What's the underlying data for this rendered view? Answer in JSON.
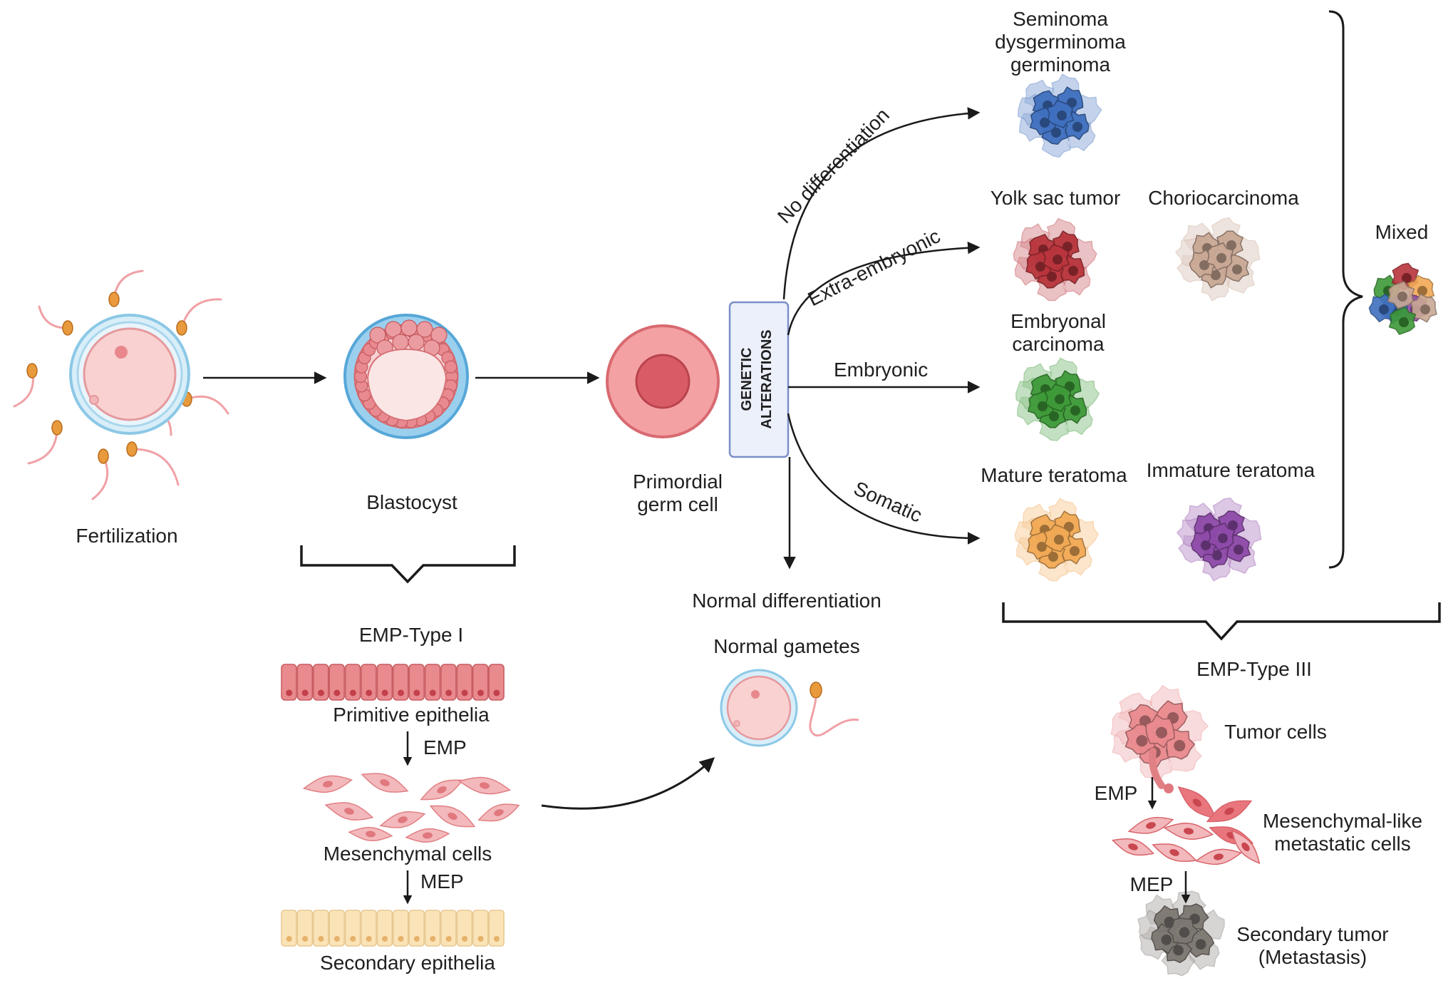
{
  "stages": {
    "fertilization": "Fertilization",
    "blastocyst": "Blastocyst",
    "primordial_line1": "Primordial",
    "primordial_line2": "germ cell"
  },
  "genetic_box": {
    "line1": "GENETIC",
    "line2": "ALTERATIONS"
  },
  "paths": {
    "no_differentiation": "No differentiation",
    "extra_embryonic": "Extra-embryonic",
    "embryonic": "Embryonic",
    "somatic": "Somatic",
    "normal_differentiation": "Normal differentiation"
  },
  "tumors": {
    "seminoma_line1": "Seminoma",
    "seminoma_line2": "dysgerminoma",
    "seminoma_line3": "germinoma",
    "yolk_sac": "Yolk sac tumor",
    "choriocarcinoma": "Choriocarcinoma",
    "embryonal_line1": "Embryonal",
    "embryonal_line2": "carcinoma",
    "mature_teratoma": "Mature teratoma",
    "immature_teratoma": "Immature teratoma",
    "mixed": "Mixed"
  },
  "normal_gametes": "Normal gametes",
  "emp1": {
    "title": "EMP-Type I",
    "primitive": "Primitive epithelia",
    "emp": "EMP",
    "mesenchymal": "Mesenchymal cells",
    "mep": "MEP",
    "secondary": "Secondary epithelia"
  },
  "emp3": {
    "title": "EMP-Type III",
    "tumor_cells": "Tumor cells",
    "emp": "EMP",
    "mes_line1": "Mesenchymal-like",
    "mes_line2": "metastatic cells",
    "mep": "MEP",
    "secondary_line1": "Secondary tumor",
    "secondary_line2": "(Metastasis)"
  },
  "colors": {
    "seminoma": "#3f6fbf",
    "yolk_sac": "#b9343c",
    "choriocarcinoma": "#c9a895",
    "embryonal": "#3e9a38",
    "mature_teratoma": "#f2a955",
    "immature_teratoma": "#8e4aa8",
    "tumor_cells": "#ea8a8e",
    "metastasis": "#7d7772",
    "cell_pink": "#f3b8bb",
    "cell_red": "#e28a8e",
    "zona": "#a9d6ec",
    "secondary_epi": "#fbe3b8"
  },
  "icons": [
    "sperm-icon",
    "oocyte-icon",
    "blastocyst-icon",
    "germ-cell-icon",
    "tumor-cluster-icon",
    "epithelium-icon",
    "mesenchymal-cell-icon",
    "arrow-icon",
    "bracket-icon"
  ]
}
